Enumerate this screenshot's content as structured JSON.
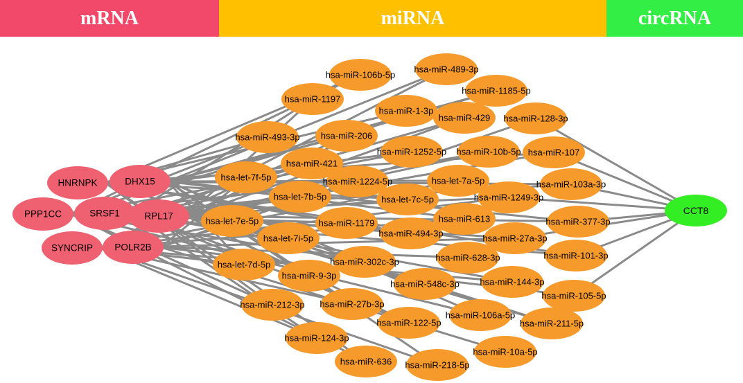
{
  "header": {
    "mrna_label": "mRNA",
    "mirna_label": "miRNA",
    "circrna_label": "circRNA",
    "mrna_color": "#f2486a",
    "mirna_color": "#ffc000",
    "circrna_color": "#33ee44"
  },
  "colors": {
    "mrna_node": "#ef6070",
    "mirna_node": "#f79a2c",
    "circrna_node": "#33ee22",
    "edge": "#8a8a8a"
  },
  "mrna_nodes": [
    "HNRNPK",
    "DHX15",
    "PPP1CC",
    "SRSF1",
    "RPL17",
    "SYNCRIP",
    "POLR2B"
  ],
  "circrna_nodes": [
    "CCT8"
  ],
  "mirna_nodes": [
    "hsa-miR-106b-5p",
    "hsa-miR-489-3p",
    "hsa-miR-1185-5p",
    "hsa-miR-1197",
    "hsa-miR-1-3p",
    "hsa-miR-429",
    "hsa-miR-128-3p",
    "hsa-miR-493-3p",
    "hsa-miR-206",
    "hsa-miR-1252-5p",
    "hsa-miR-10b-5p",
    "hsa-miR-107",
    "hsa-miR-421",
    "hsa-let-7f-5p",
    "hsa-miR-1224-5p",
    "hsa-let-7a-5p",
    "hsa-miR-103a-3p",
    "hsa-let-7b-5p",
    "hsa-let-7c-5p",
    "hsa-miR-1249-3p",
    "hsa-let-7e-5p",
    "hsa-miR-1179",
    "hsa-miR-613",
    "hsa-miR-377-3p",
    "hsa-let-7i-5p",
    "hsa-miR-494-3p",
    "hsa-miR-27a-3p",
    "hsa-miR-628-3p",
    "hsa-miR-101-3p",
    "hsa-let-7d-5p",
    "hsa-miR-302c-3p",
    "hsa-miR-9-3p",
    "hsa-miR-548c-3p",
    "hsa-miR-144-3p",
    "hsa-miR-105-5p",
    "hsa-miR-212-3p",
    "hsa-miR-27b-3p",
    "hsa-miR-106a-5p",
    "hsa-miR-122-5p",
    "hsa-miR-211-5p",
    "hsa-miR-124-3p",
    "hsa-miR-10a-5p",
    "hsa-miR-636",
    "hsa-miR-218-5p"
  ]
}
